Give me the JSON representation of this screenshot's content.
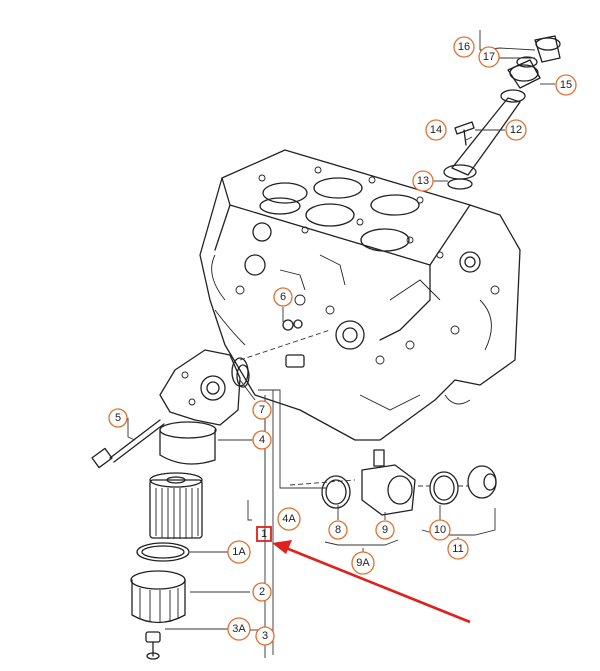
{
  "figure": {
    "labels": [
      {
        "id": "l16",
        "text": "16"
      },
      {
        "id": "l17",
        "text": "17"
      },
      {
        "id": "l15",
        "text": "15"
      },
      {
        "id": "l14",
        "text": "14"
      },
      {
        "id": "l12",
        "text": "12"
      },
      {
        "id": "l13",
        "text": "13"
      },
      {
        "id": "l6",
        "text": "6"
      },
      {
        "id": "l5",
        "text": "5"
      },
      {
        "id": "l7",
        "text": "7"
      },
      {
        "id": "l4",
        "text": "4"
      },
      {
        "id": "l4A",
        "text": "4A"
      },
      {
        "id": "l1",
        "text": "1"
      },
      {
        "id": "l1A",
        "text": "1A"
      },
      {
        "id": "l2",
        "text": "2"
      },
      {
        "id": "l3A",
        "text": "3A"
      },
      {
        "id": "l3",
        "text": "3"
      },
      {
        "id": "l8",
        "text": "8"
      },
      {
        "id": "l9",
        "text": "9"
      },
      {
        "id": "l9A",
        "text": "9A"
      },
      {
        "id": "l10",
        "text": "10"
      },
      {
        "id": "l11",
        "text": "11"
      }
    ],
    "highlight": {
      "color": "#e0201c",
      "target": "1"
    }
  }
}
